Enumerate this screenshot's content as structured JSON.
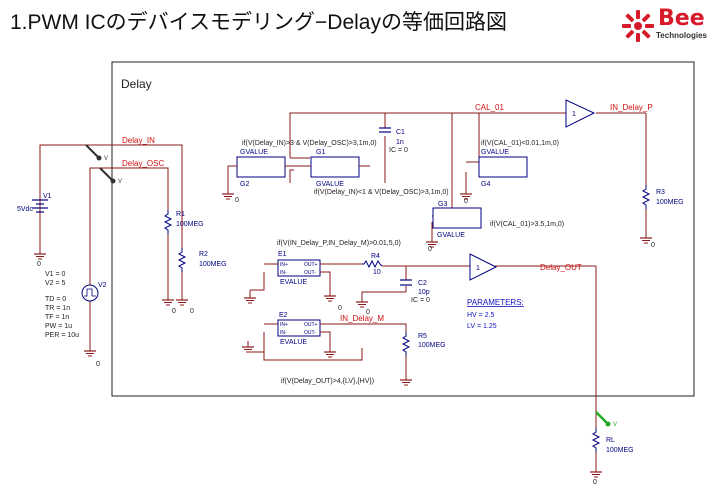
{
  "title": "1.PWM ICのデバイスモデリング−Delayの等価回路図",
  "logo": {
    "brand": "Bee",
    "subtitle": "Technologies"
  },
  "box_label": "Delay",
  "nets": {
    "delay_in": "Delay_IN",
    "delay_osc": "Delay_OSC",
    "cal_01": "CAL_01",
    "in_delay_p": "IN_Delay_P",
    "in_delay_m": "IN_Delay_M",
    "delay_out": "Delay_OUT"
  },
  "sources": {
    "v1_name": "V1",
    "v1_value": "5Vdc",
    "v2_name": "V2",
    "v2_params": [
      "V1 = 0",
      "V2 = 5",
      "TD = 0",
      "TR = 1n",
      "TF = 1n",
      "PW = 1u",
      "PER = 10u"
    ]
  },
  "components": {
    "g1_expr": "if(V(Delay_IN)>3 & V(Delay_OSC)>3,1m,0)",
    "g1_type": "GVALUE",
    "g1_name": "G1",
    "g2_type": "GVALUE",
    "g2_name": "G2",
    "c1_name": "C1",
    "c1_value": "1n",
    "c1_ic": "IC = 0",
    "g3_expr": "if(V(Delay_IN)<1 & V(Delay_OSC)>3,1m,0)",
    "g3_name": "G3",
    "g3_type": "GVALUE",
    "g4_expr": "if(V(CAL_01)<0.01,1m,0)",
    "g4_type": "GVALUE",
    "g4_name": "G4",
    "g5_expr": "if(V(CAL_01)>3.5,1m,0)",
    "buf1_label": "1",
    "r1_name": "R1",
    "r1_value": "100MEG",
    "r2_name": "R2",
    "r2_value": "100MEG",
    "r3_name": "R3",
    "r3_value": "100MEG",
    "e1_expr": "if(V(IN_Delay_P,IN_Delay_M)>0.01,5,0)",
    "e1_name": "E1",
    "e1_type": "EVALUE",
    "r4_name": "R4",
    "r4_value": "10",
    "c2_name": "C2",
    "c2_value": "10p",
    "c2_ic": "IC = 0",
    "buf2_label": "1",
    "e2_name": "E2",
    "e2_type": "EVALUE",
    "r5_name": "R5",
    "r5_value": "100MEG",
    "e2_expr": "if(V(Delay_OUT)>4,{LV},{HV})",
    "rl_name": "RL",
    "rl_value": "100MEG"
  },
  "parameters": {
    "title": "PARAMETERS:",
    "hv": "HV = 2.5",
    "lv": "LV = 1.25"
  },
  "pins": {
    "in_p": "IN+",
    "in_m": "IN-",
    "out_p": "OUT+",
    "out_m": "OUT-",
    "probe": "V"
  },
  "ground_label": "0",
  "colors": {
    "wire": "#8b1a1a",
    "net_label": "#d01010",
    "param": "#1010c0",
    "body": "#000080",
    "probe": "#22aa22"
  }
}
